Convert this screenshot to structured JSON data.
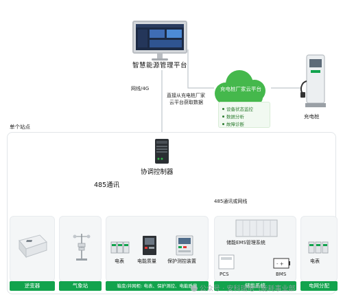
{
  "platform": {
    "label": "智慧能源管理平台"
  },
  "link": {
    "network": "网线/4G",
    "direct_line1": "直接从充电桩厂家",
    "direct_line2": "云平台获取数据"
  },
  "cloud": {
    "label": "充电桩厂家云平台"
  },
  "features": [
    "设备状态监控",
    "数据分析",
    "故障诊断"
  ],
  "charger": {
    "label": "充电桩"
  },
  "station": {
    "label": "单个站点"
  },
  "controller": {
    "label": "协调控制器"
  },
  "bus": {
    "rs485": "485通讯",
    "rs485_or_net": "485通讯或网线"
  },
  "devices": {
    "meter_a": "电表",
    "power_quality": "电能质量",
    "protection": "保护测控装置",
    "ems": "储能EMS管理系统",
    "pcs": "PCS",
    "bms": "BMS",
    "meter_b": "电表"
  },
  "badges": {
    "inverter": "逆变器",
    "weather": "气象站",
    "cabinet": "箱变/并网柜: 电表、保护测控、电能质量",
    "storage": "储能系统",
    "grid": "电网分配"
  },
  "watermark": {
    "prefix": "公众号 · ",
    "name": "安科瑞电气能耗事业部"
  },
  "colors": {
    "accent": "#12a34d",
    "line": "#bfc5ca",
    "arrow": "#35b44a"
  }
}
